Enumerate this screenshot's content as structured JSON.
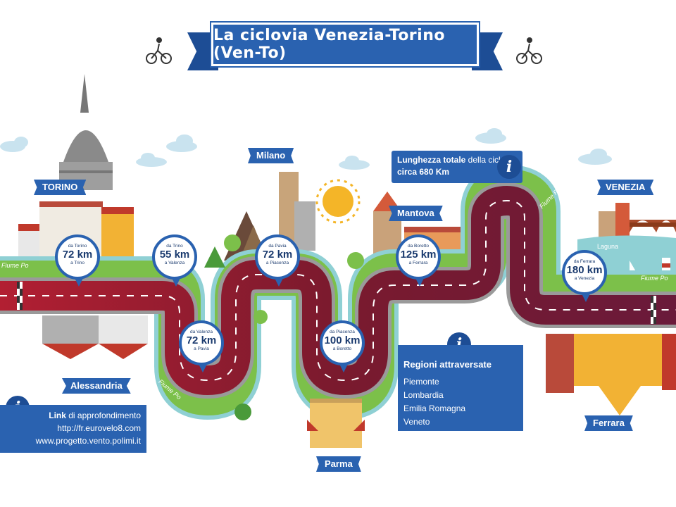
{
  "title": "La ciclovia Venezia-Torino (Ven-To)",
  "cities": [
    "TORINO",
    "Milano",
    "Mantova",
    "VENEZIA",
    "Alessandria",
    "Parma",
    "Ferrara"
  ],
  "markers": [
    {
      "from": "da Torino",
      "distance": "72 km",
      "to": "a Trino"
    },
    {
      "from": "da Trino",
      "distance": "55 km",
      "to": "a Valenza"
    },
    {
      "from": "da Valenza",
      "distance": "72 km",
      "to": "a Pavia"
    },
    {
      "from": "da Pavia",
      "distance": "72 km",
      "to": "a Piacenza"
    },
    {
      "from": "da Piacenza",
      "distance": "100 km",
      "to": "a Boretto"
    },
    {
      "from": "da Boretto",
      "distance": "125 km",
      "to": "a Ferrara"
    },
    {
      "from": "da Ferrara",
      "distance": "180 km",
      "to": "a Venezia"
    }
  ],
  "total": {
    "part1": "Lunghezza totale",
    "part2": " della ciclovia ",
    "part3": "circa 680 Km"
  },
  "regions": {
    "title": "Regioni attraversate",
    "items": [
      "Piemonte",
      "Lombardia",
      "Emilia Romagna",
      "Veneto"
    ]
  },
  "links": {
    "heading_bold": "Link",
    "heading_rest": " di approfondimento",
    "items": [
      "http://fr.eurovelo8.com",
      "www.progetto.vento.polimi.it"
    ]
  },
  "river_labels": [
    "Fiume Po",
    "Fiume Po",
    "Fiume Po",
    "Fiume Po",
    "Fiume Po"
  ],
  "laguna": "Laguna",
  "info_glyph": "i",
  "colors": {
    "brand_blue": "#2a62b0",
    "road_dark": "#7a1a2e",
    "road_mid": "#a3203e",
    "river": "#8fd0d4",
    "grass": "#7cc04a"
  }
}
